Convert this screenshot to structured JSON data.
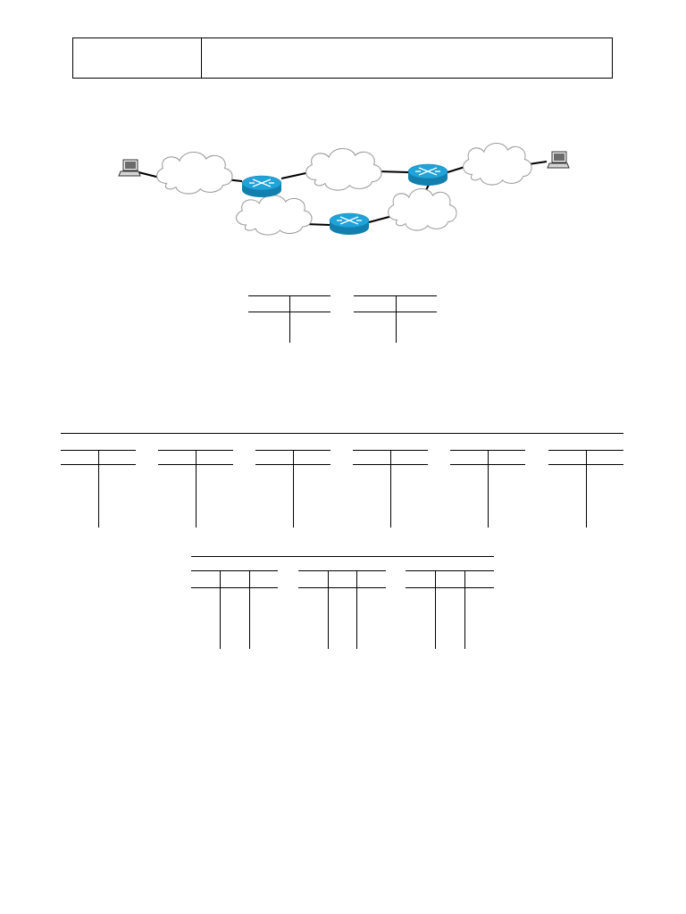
{
  "header": {
    "left_text": "",
    "right_text": ""
  },
  "topology": {
    "hosts": [
      {
        "id": "host-left",
        "icon": "computer-icon"
      },
      {
        "id": "host-right",
        "icon": "computer-icon"
      }
    ],
    "routers": [
      {
        "id": "router-a",
        "icon": "router-icon"
      },
      {
        "id": "router-b",
        "icon": "router-icon"
      },
      {
        "id": "router-c",
        "icon": "router-icon"
      }
    ],
    "networks": [
      {
        "id": "cloud-1",
        "icon": "cloud-icon"
      },
      {
        "id": "cloud-2",
        "icon": "cloud-icon"
      },
      {
        "id": "cloud-3",
        "icon": "cloud-icon"
      },
      {
        "id": "cloud-4",
        "icon": "cloud-icon"
      },
      {
        "id": "cloud-5",
        "icon": "cloud-icon"
      }
    ],
    "links": [
      [
        "host-left",
        "cloud-1"
      ],
      [
        "cloud-1",
        "router-a"
      ],
      [
        "router-a",
        "cloud-2"
      ],
      [
        "cloud-2",
        "router-b"
      ],
      [
        "router-b",
        "cloud-3"
      ],
      [
        "cloud-3",
        "host-right"
      ],
      [
        "router-a",
        "cloud-4"
      ],
      [
        "cloud-4",
        "router-c"
      ],
      [
        "router-c",
        "cloud-5"
      ],
      [
        "cloud-5",
        "router-b"
      ]
    ],
    "colors": {
      "router_fill": "#1fa3d8",
      "router_dark": "#137fae",
      "cloud_stroke": "#9a9a9a",
      "line": "#000000"
    }
  },
  "tables": {
    "top_row_count": 2,
    "middle_row_count": 6,
    "bottom_row_count": 3
  }
}
